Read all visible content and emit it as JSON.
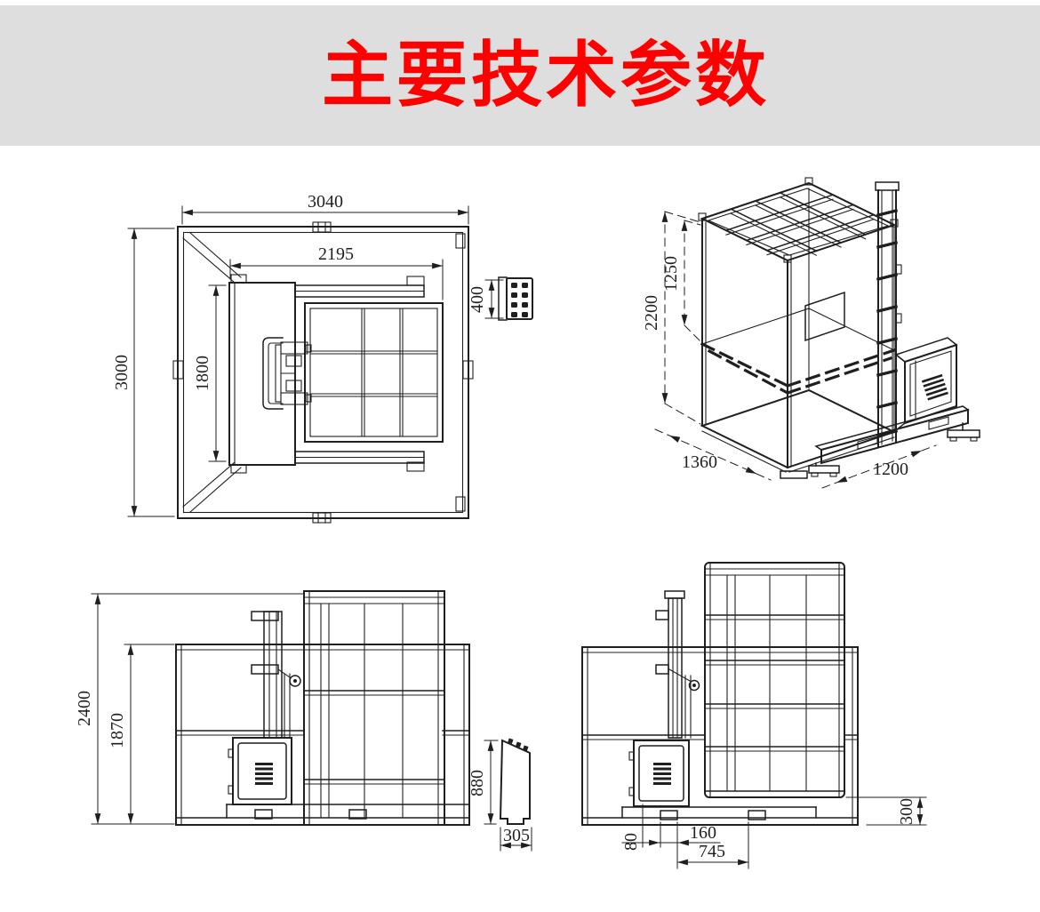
{
  "page": {
    "title": "主要技术参数",
    "title_color": "#fe0000",
    "banner_bg": "#dedede",
    "line_color": "#1f1f1f",
    "background": "#ffffff"
  },
  "drawings": {
    "plan": {
      "dims": {
        "overall_width": "3040",
        "platform_width": "2195",
        "overall_depth": "3000",
        "platform_depth": "1800",
        "connector_height": "400"
      }
    },
    "isometric": {
      "dims": {
        "overall_height": "2200",
        "upper_section_height": "1250",
        "base_depth": "1360",
        "base_width": "1200"
      }
    },
    "elevation_lowered": {
      "dims": {
        "overall_height": "2400",
        "fence_height": "1870",
        "pump_unit_height": "880",
        "pump_unit_depth": "305"
      }
    },
    "elevation_raised": {
      "dims": {
        "platform_lift": "300",
        "slot_offset": "80",
        "slot_width": "160",
        "slot_spacing": "745"
      }
    }
  }
}
